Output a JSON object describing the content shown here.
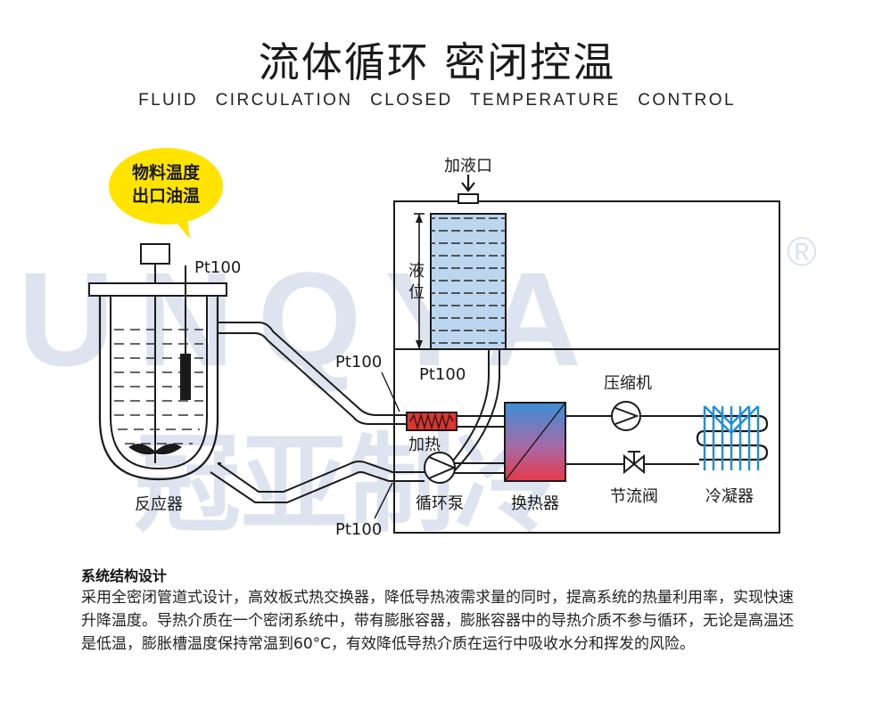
{
  "header": {
    "title": "流体循环 密闭控温",
    "subtitle": "FLUID CIRCULATION   CLOSED TEMPERATURE CONTROL"
  },
  "bubble": {
    "line1": "物料温度",
    "line2": "出口油温",
    "color": "#ffe400"
  },
  "watermark": {
    "brand": "UNQYA",
    "cn": "冠亚制冷",
    "registered": "®",
    "color": "#dde4f0"
  },
  "labels": {
    "reactor": "反应器",
    "pt100_reactor": "Pt100",
    "pt100_left_top": "Pt100",
    "pt100_left_bottom": "Pt100",
    "pt100_heater": "Pt100",
    "heater": "加热",
    "pump": "循环泵",
    "fill_port": "加液口",
    "level_1": "液",
    "level_2": "位",
    "compressor": "压缩机",
    "heat_exchanger": "换热器",
    "throttle_valve": "节流阀",
    "condenser": "冷凝器"
  },
  "colors": {
    "line": "#1a1a1a",
    "tank_fill": "#bcd6f0",
    "heater_fill": "#e0332e",
    "condenser_blue": "#1e8fe0",
    "exchanger_top": "#3a8fd6",
    "exchanger_bottom": "#e8394a"
  },
  "description": {
    "heading": "系统结构设计",
    "body": "采用全密闭管道式设计，高效板式热交换器，降低导热液需求量的同时，提高系统的热量利用率，实现快速升降温度。导热介质在一个密闭系统中，带有膨胀容器，膨胀容器中的导热介质不参与循环，无论是高温还是低温，膨胀槽温度保持常温到60°C，有效降低导热介质在运行中吸收水分和挥发的风险。"
  }
}
